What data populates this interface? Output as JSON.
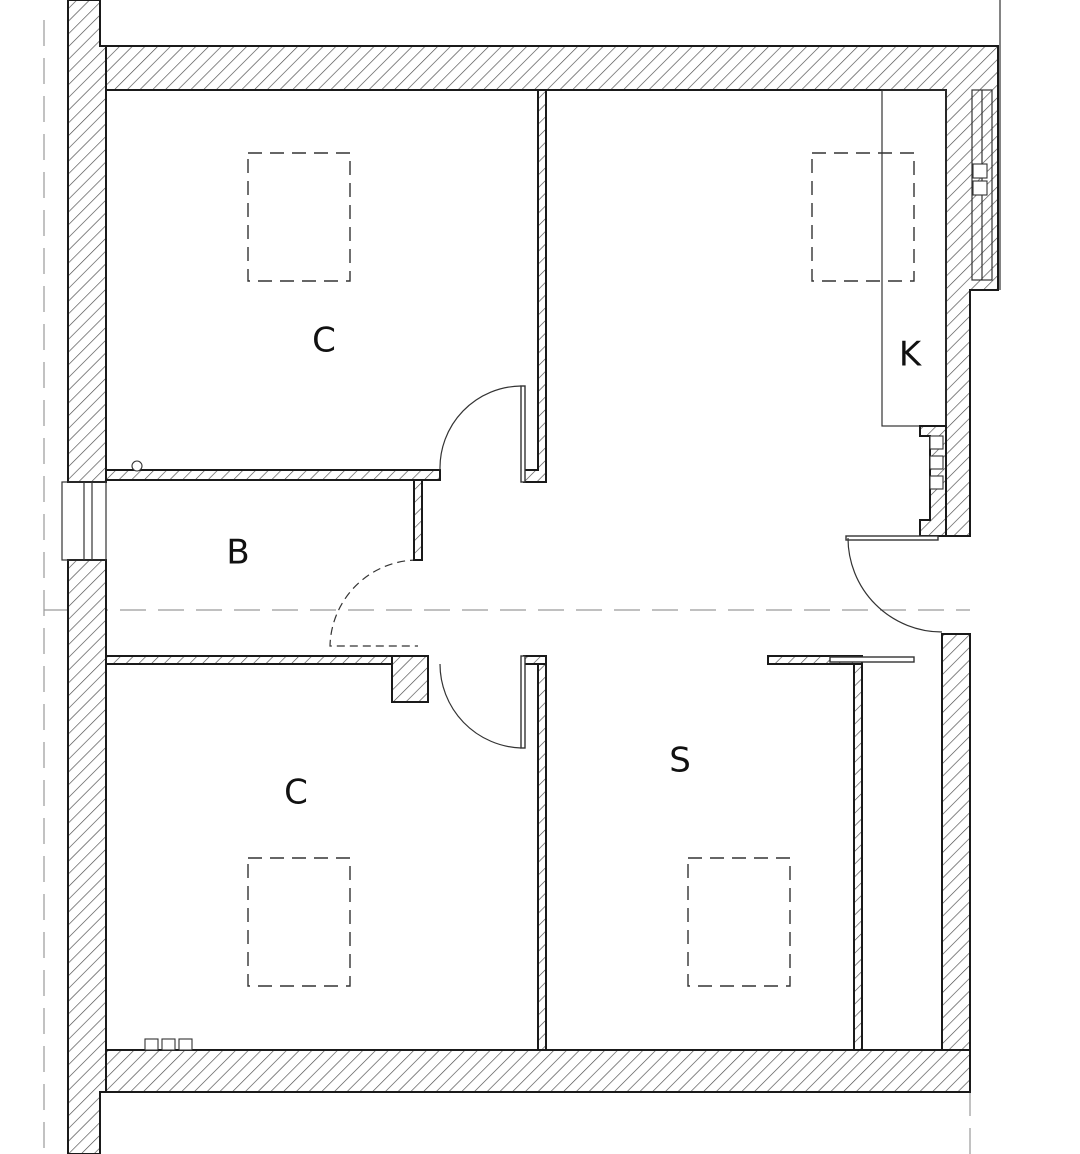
{
  "rooms": [
    {
      "id": "bedroom-top",
      "label": "C"
    },
    {
      "id": "bedroom-bottom",
      "label": "C"
    },
    {
      "id": "hall",
      "label": "B"
    },
    {
      "id": "living",
      "label": "S"
    },
    {
      "id": "kitchen",
      "label": "K"
    }
  ],
  "colors": {
    "line": "#1a1a1a",
    "hatch": "#4a4a4a",
    "axis": "#9a9a9a",
    "background": "#ffffff"
  }
}
